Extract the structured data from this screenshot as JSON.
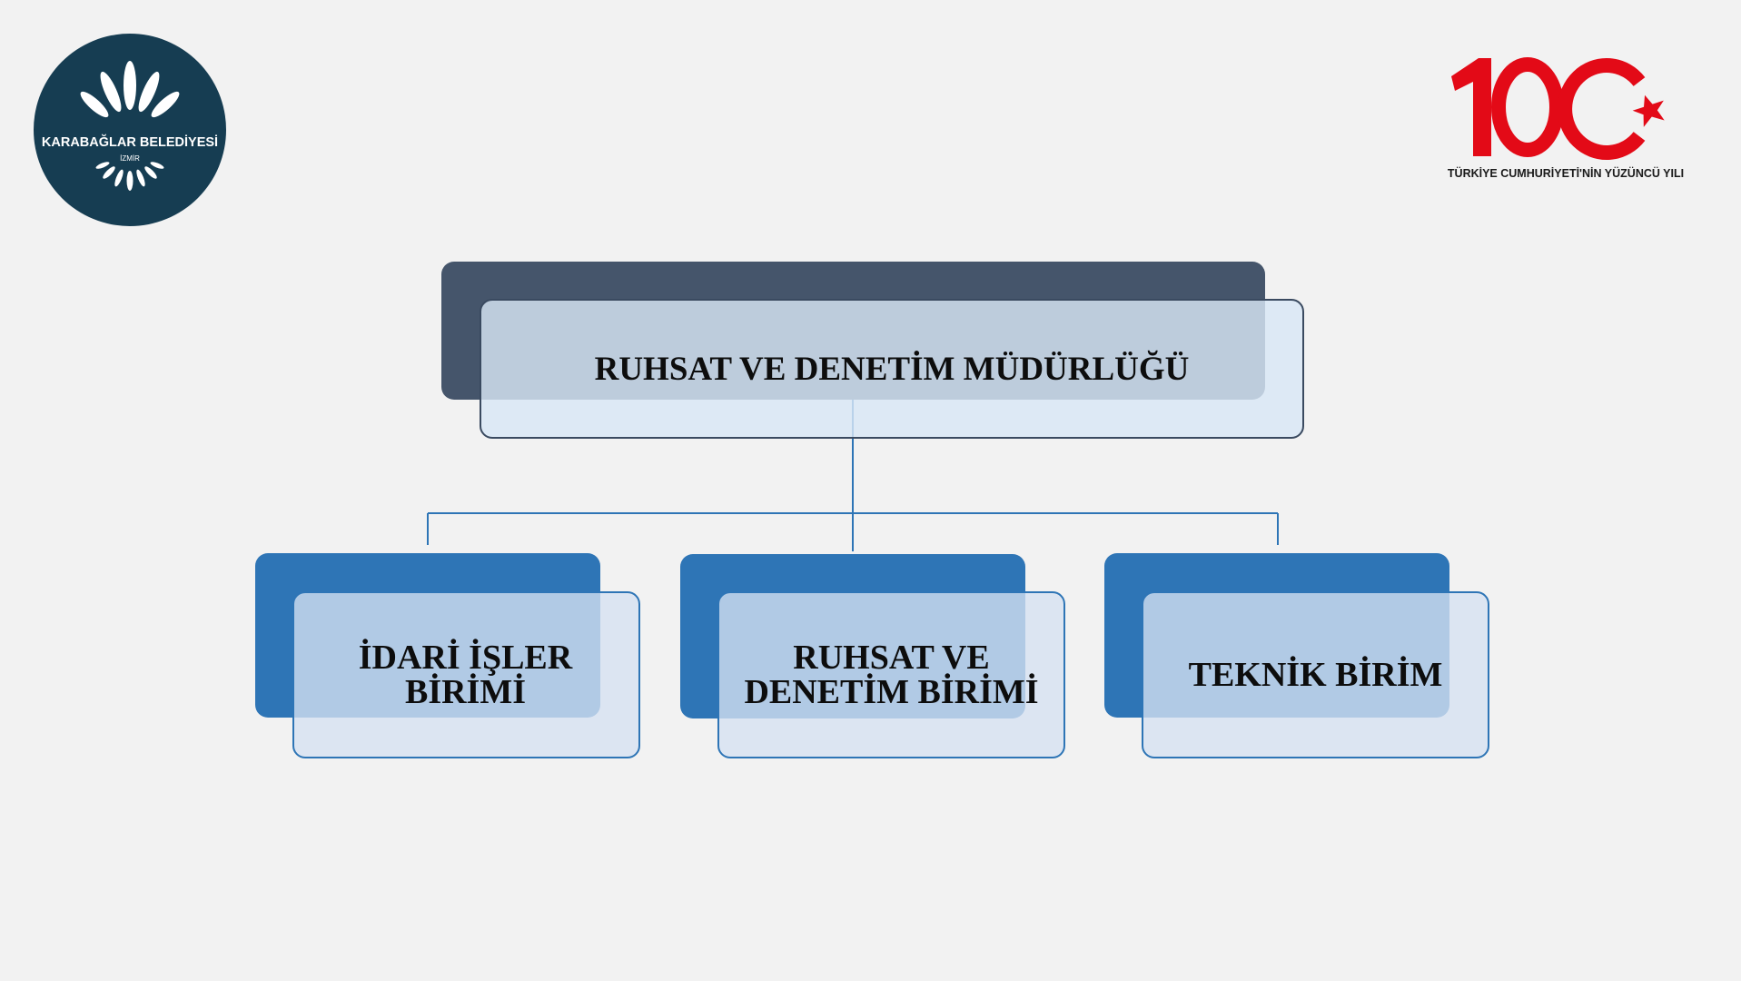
{
  "logos": {
    "left": {
      "name": "KARABAĞLAR BELEDİYESİ",
      "sub": "İZMİR",
      "color": "#163d52"
    },
    "right": {
      "number": "100",
      "caption": "TÜRKİYE CUMHURİYETİ'NİN YÜZÜNCÜ YILI",
      "color": "#e30a17"
    }
  },
  "org_chart": {
    "root": {
      "label": "RUHSAT VE DENETİM MÜDÜRLÜĞÜ"
    },
    "children": [
      {
        "label_line1": "İDARİ İŞLER",
        "label_line2": "BİRİMİ"
      },
      {
        "label_line1": "RUHSAT VE",
        "label_line2": "DENETİM BİRİMİ"
      },
      {
        "label_line1": "TEKNİK BİRİM",
        "label_line2": ""
      }
    ]
  },
  "colors": {
    "root_back": "#45556b",
    "child_back": "#2e75b6",
    "connector": "#2e75b6",
    "background": "#f2f2f2"
  }
}
